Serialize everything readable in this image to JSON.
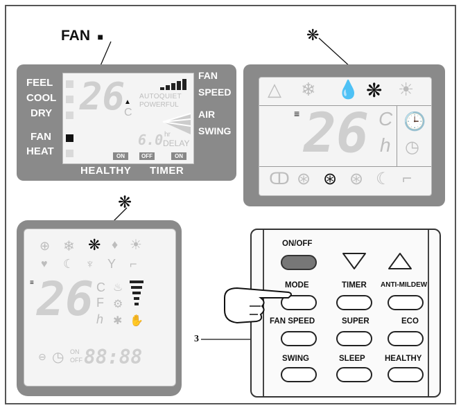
{
  "fan_callout": {
    "label": "FAN",
    "marker": "■"
  },
  "panel1": {
    "mode_labels": [
      "FEEL",
      "COOL",
      "DRY",
      "FAN",
      "HEAT"
    ],
    "temp": "26",
    "unit": "C",
    "auto_quiet": "AUTOQUIET",
    "powerful": "POWERFUL",
    "delay_value": "6.0",
    "delay_hr": "hr",
    "delay_label": "DELAY",
    "on_left": "ON",
    "off_label": "OFF",
    "on_right": "ON",
    "healthy_label": "HEALTHY",
    "timer_label": "TIMER",
    "right_labels": [
      "FAN",
      "SPEED",
      "AIR",
      "SWING"
    ]
  },
  "panel2": {
    "temp": "26",
    "unit_c": "C",
    "unit_h": "h"
  },
  "panel3": {
    "temp": "26",
    "unit_c": "C",
    "unit_f": "F",
    "unit_h": "h",
    "on": "ON",
    "off": "OFF",
    "clock": "88:88"
  },
  "remote": {
    "on_off": "ON/OFF",
    "mode": "MODE",
    "timer": "TIMER",
    "anti_mildew": "ANTI-MILDEW",
    "fan_speed": "FAN SPEED",
    "super": "SUPER",
    "eco": "ECO",
    "swing": "SWING",
    "sleep": "SLEEP",
    "healthy": "HEALTHY",
    "callout_number": "3"
  },
  "colors": {
    "lcd_grey": "#8a8a8a",
    "on_off_button": "#777777",
    "border": "#555555"
  }
}
